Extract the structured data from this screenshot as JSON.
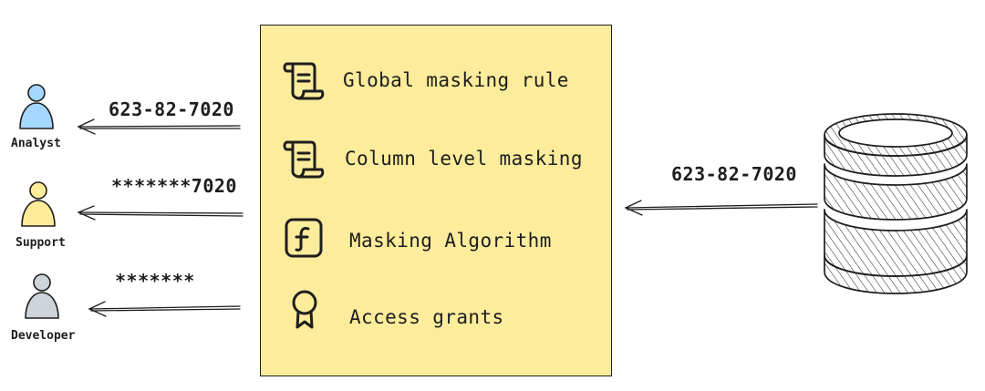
{
  "users": [
    {
      "name": "Analyst",
      "value": "623-82-7020",
      "color": "#a5d8ff"
    },
    {
      "name": "Support",
      "value": "*******7020",
      "color": "#ffec99"
    },
    {
      "name": "Developer",
      "value": "*******",
      "color": "#ced4da"
    }
  ],
  "policy": {
    "background": "#fcec9c",
    "items": [
      {
        "label": "Global masking rule",
        "icon": "scroll-icon"
      },
      {
        "label": "Column level masking",
        "icon": "scroll-icon"
      },
      {
        "label": "Masking Algorithm",
        "icon": "function-icon"
      },
      {
        "label": "Access grants",
        "icon": "award-ribbon-icon"
      }
    ]
  },
  "source": {
    "value": "623-82-7020",
    "icon": "database-icon"
  }
}
